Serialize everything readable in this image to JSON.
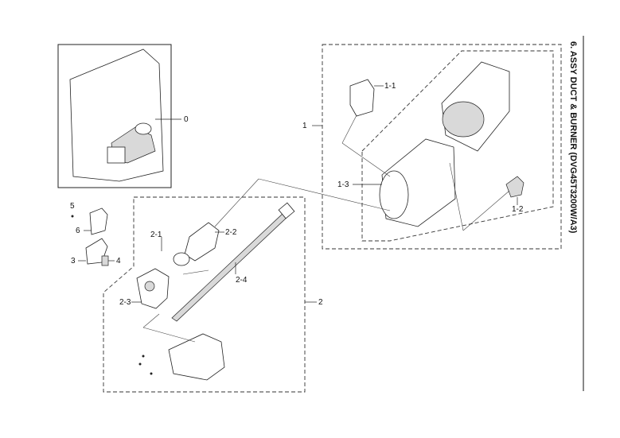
{
  "title": "6. ASSY DUCT & BURNER (DVG45T3200W/A3)",
  "labels": {
    "l0": "0",
    "l1": "1",
    "l1_1": "1-1",
    "l1_2": "1-2",
    "l1_3": "1-3",
    "l2": "2",
    "l2_1": "2-1",
    "l2_2": "2-2",
    "l2_3": "2-3",
    "l2_4": "2-4",
    "l3": "3",
    "l4": "4",
    "l5": "5",
    "l6": "6"
  }
}
